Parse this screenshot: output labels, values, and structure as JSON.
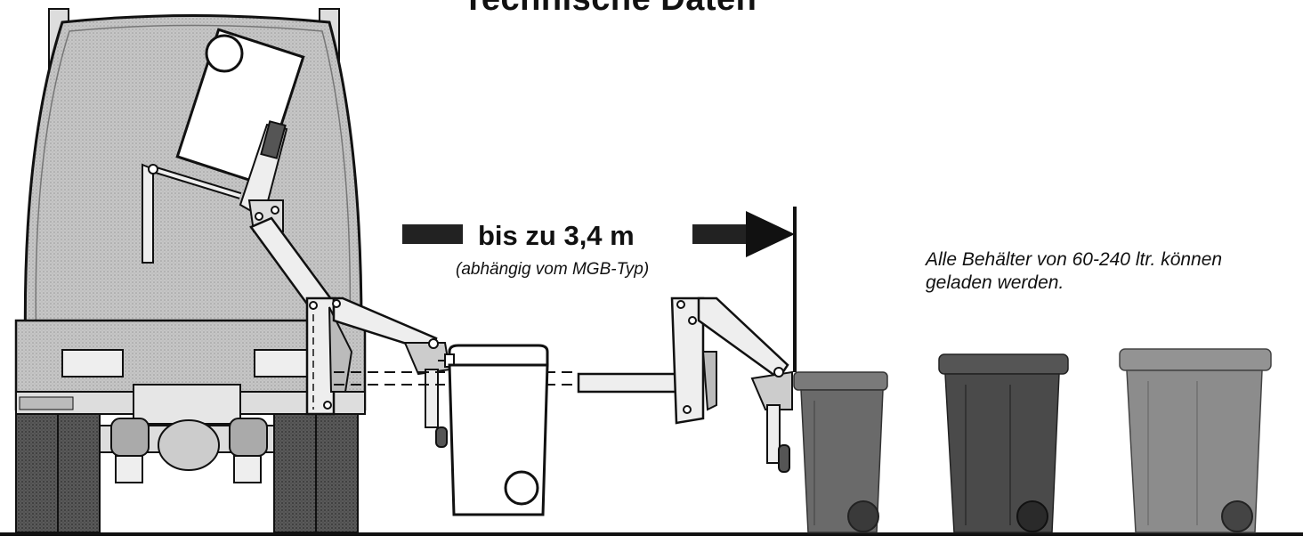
{
  "title": "Technische Daten",
  "reach": {
    "label": "bis zu 3,4 m",
    "note": "(abhängig vom MGB-Typ)"
  },
  "container_note": {
    "line1": "Alle Behälter von 60-240 ltr. können",
    "line2": "geladen werden."
  },
  "colors": {
    "ink": "#111111",
    "truck_body": "#c9c9c9",
    "bin_dark": "#4a4a4a",
    "bin_mid": "#6a6a6a",
    "bin_light": "#8c8c8c"
  }
}
